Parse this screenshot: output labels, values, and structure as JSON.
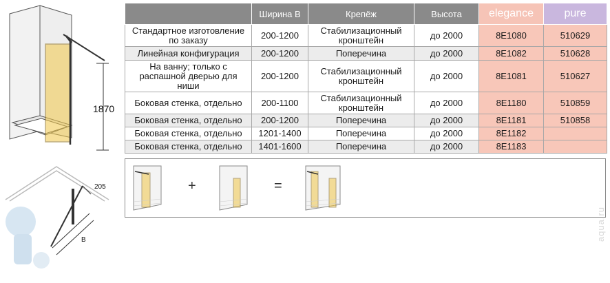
{
  "figures": {
    "height_label": "1870",
    "width_label_205": "205",
    "width_label_b": "B"
  },
  "table": {
    "headers": [
      "",
      "Ширина B",
      "Крепёж",
      "Высота",
      "elegance",
      "pure"
    ],
    "rows": [
      {
        "desc": "Стандартное изготовление по заказу",
        "width": "200-1200",
        "mount": "Стабилизационный кронштейн",
        "height": "до 2000",
        "elegance": "8E1080",
        "pure": "510629"
      },
      {
        "desc": "Линейная конфигурация",
        "width": "200-1200",
        "mount": "Поперечина",
        "height": "до 2000",
        "elegance": "8E1082",
        "pure": "510628"
      },
      {
        "desc": "На ванну; только с распашной дверью для ниши",
        "width": "200-1200",
        "mount": "Стабилизационный кронштейн",
        "height": "до 2000",
        "elegance": "8E1081",
        "pure": "510627"
      },
      {
        "desc": "Боковая стенка, отдельно",
        "width": "200-1100",
        "mount": "Стабилизационный кронштейн",
        "height": "до 2000",
        "elegance": "8E1180",
        "pure": "510859"
      },
      {
        "desc": "Боковая стенка, отдельно",
        "width": "200-1200",
        "mount": "Поперечина",
        "height": "до 2000",
        "elegance": "8E1181",
        "pure": "510858"
      },
      {
        "desc": "Боковая стенка, отдельно",
        "width": "1201-1400",
        "mount": "Поперечина",
        "height": "до 2000",
        "elegance": "8E1182",
        "pure": ""
      },
      {
        "desc": "Боковая стенка, отдельно",
        "width": "1401-1600",
        "mount": "Поперечина",
        "height": "до 2000",
        "elegance": "8E1183",
        "pure": ""
      }
    ]
  },
  "combo": {
    "plus": "+",
    "equals": "="
  },
  "watermark": "aqua.ru"
}
